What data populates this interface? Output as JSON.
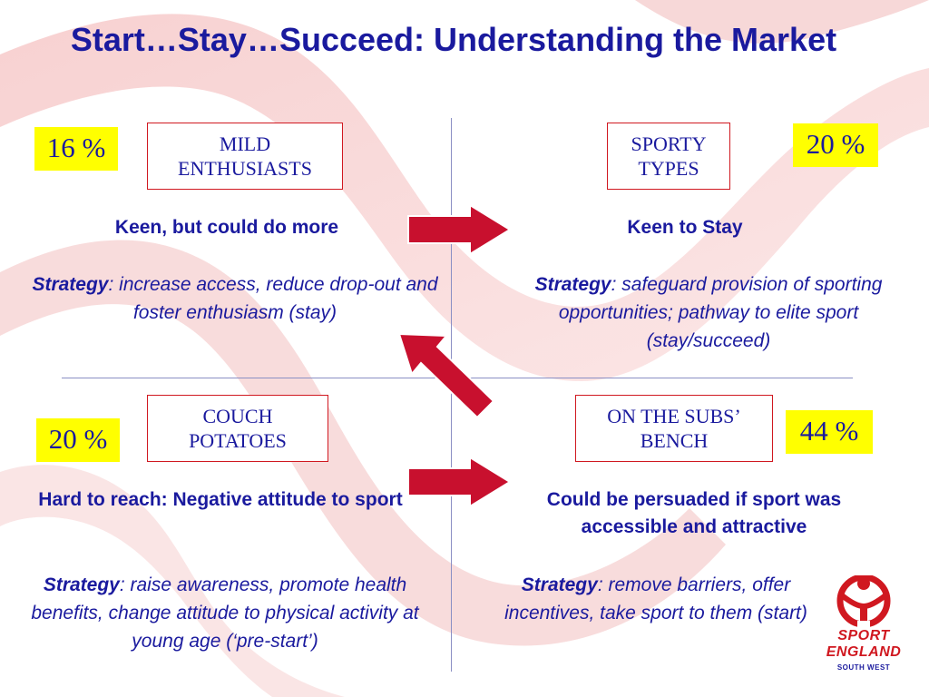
{
  "slide": {
    "title": "Start…Stay…Succeed: Understanding the Market"
  },
  "quadrants": {
    "top_left": {
      "percent": "16 %",
      "label_line1": "MILD",
      "label_line2": "ENTHUSIASTS",
      "heading": "Keen, but could do more",
      "strategy_word": "Strategy",
      "strategy_text": ": increase access, reduce drop-out and foster enthusiasm (stay)"
    },
    "top_right": {
      "percent": "20 %",
      "label_line1": "SPORTY",
      "label_line2": "TYPES",
      "heading": "Keen to Stay",
      "strategy_word": "Strategy",
      "strategy_text": ": safeguard provision of sporting opportunities; pathway to elite sport (stay/succeed)"
    },
    "bottom_left": {
      "percent": "20 %",
      "label_line1": "COUCH",
      "label_line2": "POTATOES",
      "heading": "Hard to reach: Negative attitude to sport",
      "strategy_word": "Strategy",
      "strategy_text": ": raise awareness, promote health benefits, change attitude to physical activity at young age (‘pre-start’)"
    },
    "bottom_right": {
      "percent": "44 %",
      "label_line1": "ON THE SUBS’",
      "label_line2": "BENCH",
      "heading": "Could be persuaded if sport was accessible and attractive",
      "strategy_word": "Strategy",
      "strategy_text": ": remove barriers, offer incentives, take sport to them (start)"
    }
  },
  "logo": {
    "line1": "SPORT",
    "line2": "ENGLAND",
    "line3": "SOUTH WEST"
  },
  "colors": {
    "title": "#1a1a9e",
    "percent_bg": "#ffff00",
    "box_border": "#d01820",
    "arrow_fill": "#c8102e",
    "ribbon": "#f2b8b8"
  }
}
